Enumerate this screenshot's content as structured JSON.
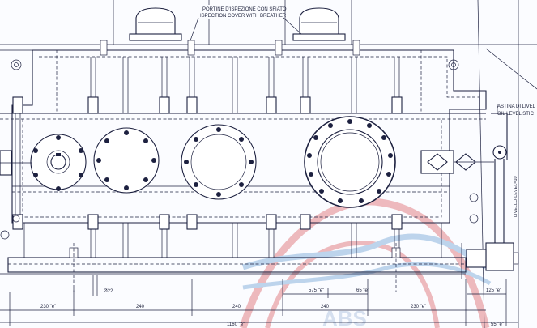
{
  "annotations": {
    "inspection_cover_it": "PORTINE D'ISPEZIONE CON SFIATO",
    "inspection_cover_en": "ISPECTION COVER WITH BREATHER",
    "oil_level_it": "ASTINA DI LIVEL",
    "oil_level_en": "OIL LEVEL STIC",
    "vertical_label": "LIVELLO-LEVEL=10"
  },
  "dimensions": {
    "d1": "230 \"e\"",
    "d2": "240",
    "d3": "240",
    "d4": "240",
    "d5": "230 \"e\"",
    "d6": "575 \"e\"",
    "d7": "65 \"e\"",
    "d8": "125 \"e\"",
    "total": "1160 \"e\"",
    "d9": "55 \"e\"",
    "hole": "Ø22"
  },
  "watermark": "ABS",
  "colors": {
    "line": "#1d2140",
    "watermark_red": "#e9a3a8",
    "watermark_blue": "#a9c7e6"
  }
}
